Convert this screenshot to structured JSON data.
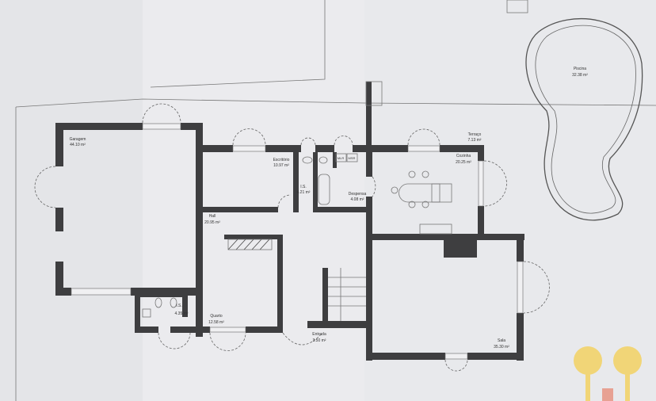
{
  "plan": {
    "rooms": [
      {
        "id": "garagem",
        "name": "Garagem",
        "area": "44.10 m²"
      },
      {
        "id": "escritorio",
        "name": "Escritório",
        "area": "10.97 m²"
      },
      {
        "id": "is1",
        "name": "I.S.",
        "area": "4.21 m²"
      },
      {
        "id": "despensa",
        "name": "Despensa",
        "area": "4.08 m²"
      },
      {
        "id": "terraco",
        "name": "Terraço",
        "area": "7.13 m²"
      },
      {
        "id": "cozinha",
        "name": "Cozinha",
        "area": "20.25 m²"
      },
      {
        "id": "hall",
        "name": "Hall",
        "area": "20.95 m²"
      },
      {
        "id": "is2",
        "name": "I.S.",
        "area": "4.35 m²"
      },
      {
        "id": "quarto",
        "name": "Quarto",
        "area": "12.58 m²"
      },
      {
        "id": "entrada",
        "name": "Entrada",
        "area": "3.50 m²"
      },
      {
        "id": "sala",
        "name": "Sala",
        "area": "35.30 m²"
      },
      {
        "id": "piscina",
        "name": "Piscina",
        "area": "32.38 m²"
      }
    ],
    "appliances": [
      "MLR",
      "MSR"
    ]
  },
  "colors": {
    "wall": "#3e3e40",
    "paper": "#e6e7ea",
    "logo": "#f2d36b"
  }
}
